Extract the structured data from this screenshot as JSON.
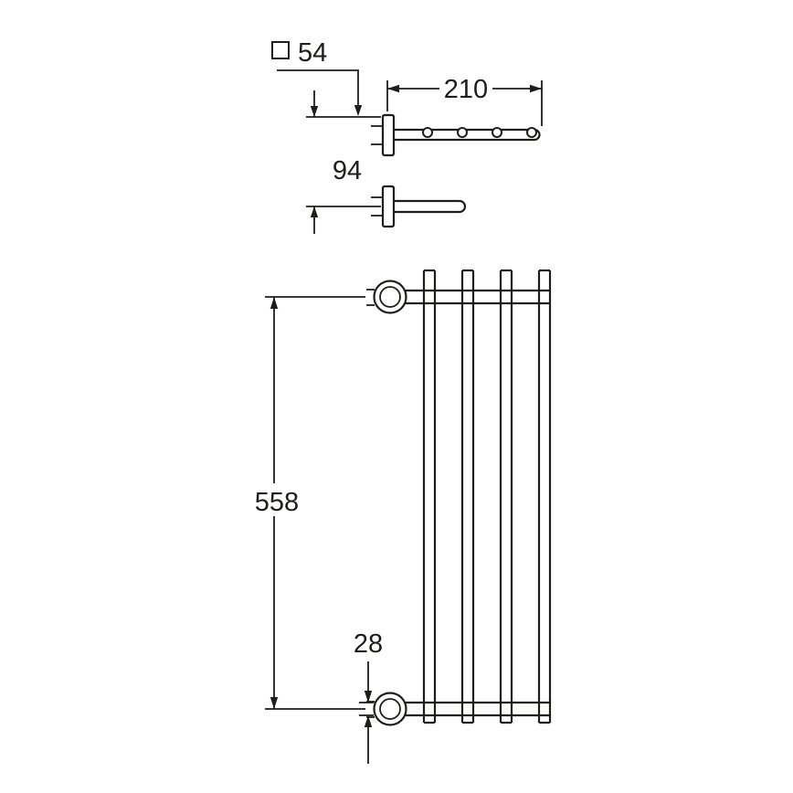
{
  "colors": {
    "ink": "#1d1d1b",
    "paper": "#ffffff"
  },
  "drawing": {
    "side_view": {
      "plate_square": "54",
      "arm_depth": "210",
      "mount_offset": "94"
    },
    "front_view": {
      "rack_length": "558",
      "profile_height": "28"
    }
  }
}
